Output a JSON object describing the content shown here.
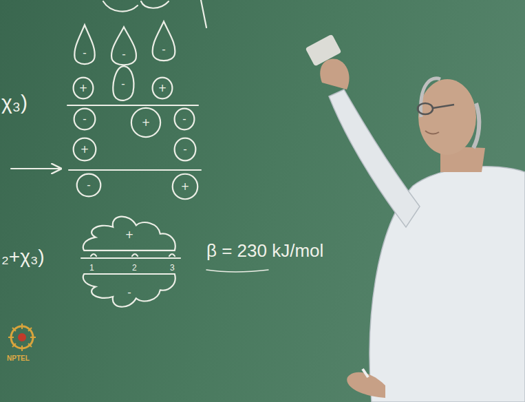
{
  "diagram": {
    "nodes": [
      {
        "text": [
          "-"
        ]
      },
      {
        "text": [
          "-"
        ]
      },
      {
        "text": [
          "-"
        ]
      },
      {
        "text": [
          "+"
        ]
      },
      {
        "text": [
          "-"
        ]
      },
      {
        "text": [
          "+"
        ]
      },
      {
        "text": [
          "-"
        ]
      },
      {
        "text": [
          "+"
        ]
      },
      {
        "text": [
          "-"
        ]
      },
      {
        "text": [
          "+"
        ]
      },
      {
        "text": [
          "-"
        ]
      },
      {
        "text": [
          "-"
        ]
      },
      {
        "text": [
          "+"
        ]
      },
      {
        "text": [
          "+"
        ]
      },
      {
        "text": [
          "-"
        ]
      }
    ],
    "labels": [
      "χ₃)",
      "₂+χ₃)",
      "1",
      "2",
      "3",
      "β = 230 kJ/mol",
      "NPTEL"
    ]
  }
}
